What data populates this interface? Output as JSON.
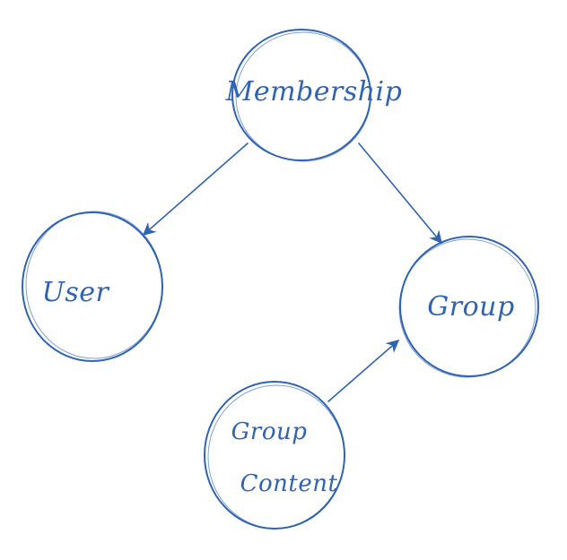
{
  "theme": {
    "ink": "#2f63b3",
    "paper": "#ffffff"
  },
  "nodes": {
    "membership": {
      "label": "Membership"
    },
    "user": {
      "label": "User"
    },
    "group": {
      "label": "Group"
    },
    "group_content": {
      "line1": "Group",
      "line2": "Content"
    }
  },
  "edges": [
    {
      "from": "Membership",
      "to": "User"
    },
    {
      "from": "Membership",
      "to": "Group"
    },
    {
      "from": "Group Content",
      "to": "Group"
    }
  ]
}
